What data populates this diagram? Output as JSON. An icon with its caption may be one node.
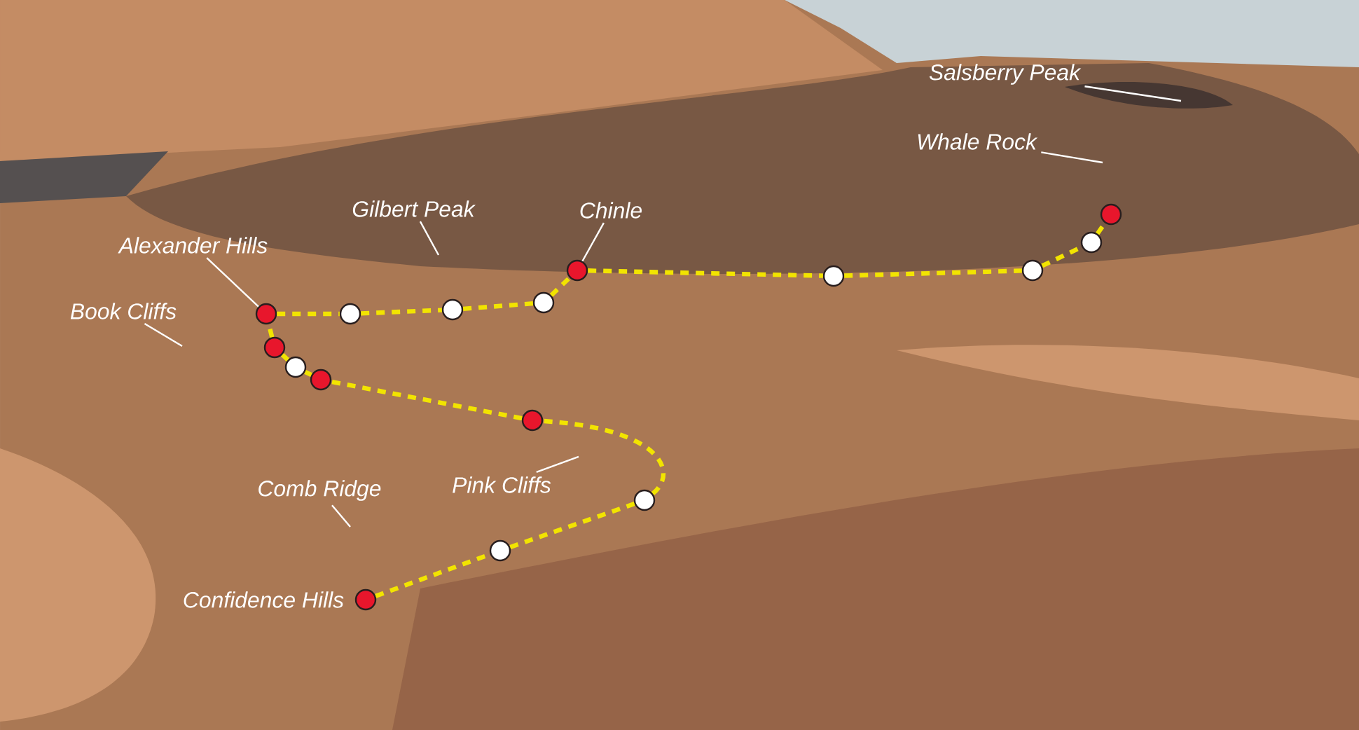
{
  "diagram": {
    "nodes": [
      {
        "text": [
          "Salsberry Peak"
        ]
      },
      {
        "text": [
          "Whale Rock"
        ]
      },
      {
        "text": [
          "Gilbert Peak"
        ]
      },
      {
        "text": [
          "Chinle"
        ]
      },
      {
        "text": [
          "Alexander Hills"
        ]
      },
      {
        "text": [
          "Book Cliffs"
        ]
      },
      {
        "text": [
          "Pink Cliffs"
        ]
      },
      {
        "text": [
          "Comb Ridge"
        ]
      },
      {
        "text": [],
        "shape": "circle",
        "beside": [
          "Confidence Hills"
        ]
      },
      {
        "text": [],
        "shape": "circle"
      },
      {
        "text": [],
        "shape": "circle"
      },
      {
        "text": [],
        "shape": "circle"
      },
      {
        "text": [],
        "shape": "circle"
      },
      {
        "text": [],
        "shape": "circle"
      },
      {
        "text": [],
        "shape": "circle"
      },
      {
        "text": [],
        "shape": "circle"
      },
      {
        "text": [],
        "shape": "circle"
      },
      {
        "text": [],
        "shape": "circle"
      },
      {
        "text": [],
        "shape": "circle"
      },
      {
        "text": [],
        "shape": "circle"
      },
      {
        "text": [],
        "shape": "circle"
      },
      {
        "text": [],
        "shape": "circle"
      },
      {
        "text": [],
        "shape": "circle"
      },
      {
        "text": [],
        "shape": "circle"
      }
    ],
    "edges": [
      {
        "from": 8,
        "to": 9,
        "arrow": "none",
        "style": "dashed",
        "color": "#f2e400"
      },
      {
        "from": 9,
        "to": 10,
        "arrow": "none",
        "style": "dashed",
        "color": "#f2e400"
      },
      {
        "from": 10,
        "to": 11,
        "arrow": "none",
        "style": "dashed",
        "color": "#f2e400"
      },
      {
        "from": 11,
        "to": 12,
        "arrow": "none",
        "style": "dashed",
        "color": "#f2e400"
      },
      {
        "from": 12,
        "to": 13,
        "arrow": "none",
        "style": "dashed",
        "color": "#f2e400"
      },
      {
        "from": 13,
        "to": 14,
        "arrow": "none",
        "style": "dashed",
        "color": "#f2e400"
      },
      {
        "from": 14,
        "to": 15,
        "arrow": "none",
        "style": "dashed",
        "color": "#f2e400"
      },
      {
        "from": 15,
        "to": 16,
        "arrow": "none",
        "style": "dashed",
        "color": "#f2e400"
      },
      {
        "from": 16,
        "to": 17,
        "arrow": "none",
        "style": "dashed",
        "color": "#f2e400"
      },
      {
        "from": 17,
        "to": 18,
        "arrow": "none",
        "style": "dashed",
        "color": "#f2e400"
      },
      {
        "from": 18,
        "to": 19,
        "arrow": "none",
        "style": "dashed",
        "color": "#f2e400"
      },
      {
        "from": 19,
        "to": 20,
        "arrow": "none",
        "style": "dashed",
        "color": "#f2e400"
      },
      {
        "from": 20,
        "to": 21,
        "arrow": "none",
        "style": "dashed",
        "color": "#f2e400"
      },
      {
        "from": 21,
        "to": 22,
        "arrow": "none",
        "style": "dashed",
        "color": "#f2e400"
      },
      {
        "from": 22,
        "to": 23,
        "arrow": "none",
        "style": "dashed",
        "color": "#f2e400"
      },
      {
        "from": 0,
        "to": null,
        "arrow": "none",
        "color": "#ffffff"
      },
      {
        "from": 1,
        "to": null,
        "arrow": "none",
        "color": "#ffffff"
      },
      {
        "from": 2,
        "to": null,
        "arrow": "none",
        "color": "#ffffff"
      },
      {
        "from": 3,
        "to": 19,
        "arrow": "none",
        "color": "#ffffff"
      },
      {
        "from": 4,
        "to": 15,
        "arrow": "none",
        "color": "#ffffff"
      },
      {
        "from": 5,
        "to": null,
        "arrow": "none",
        "color": "#ffffff"
      },
      {
        "from": 6,
        "to": null,
        "arrow": "none",
        "color": "#ffffff"
      },
      {
        "from": 7,
        "to": null,
        "arrow": "none",
        "color": "#ffffff"
      }
    ]
  }
}
